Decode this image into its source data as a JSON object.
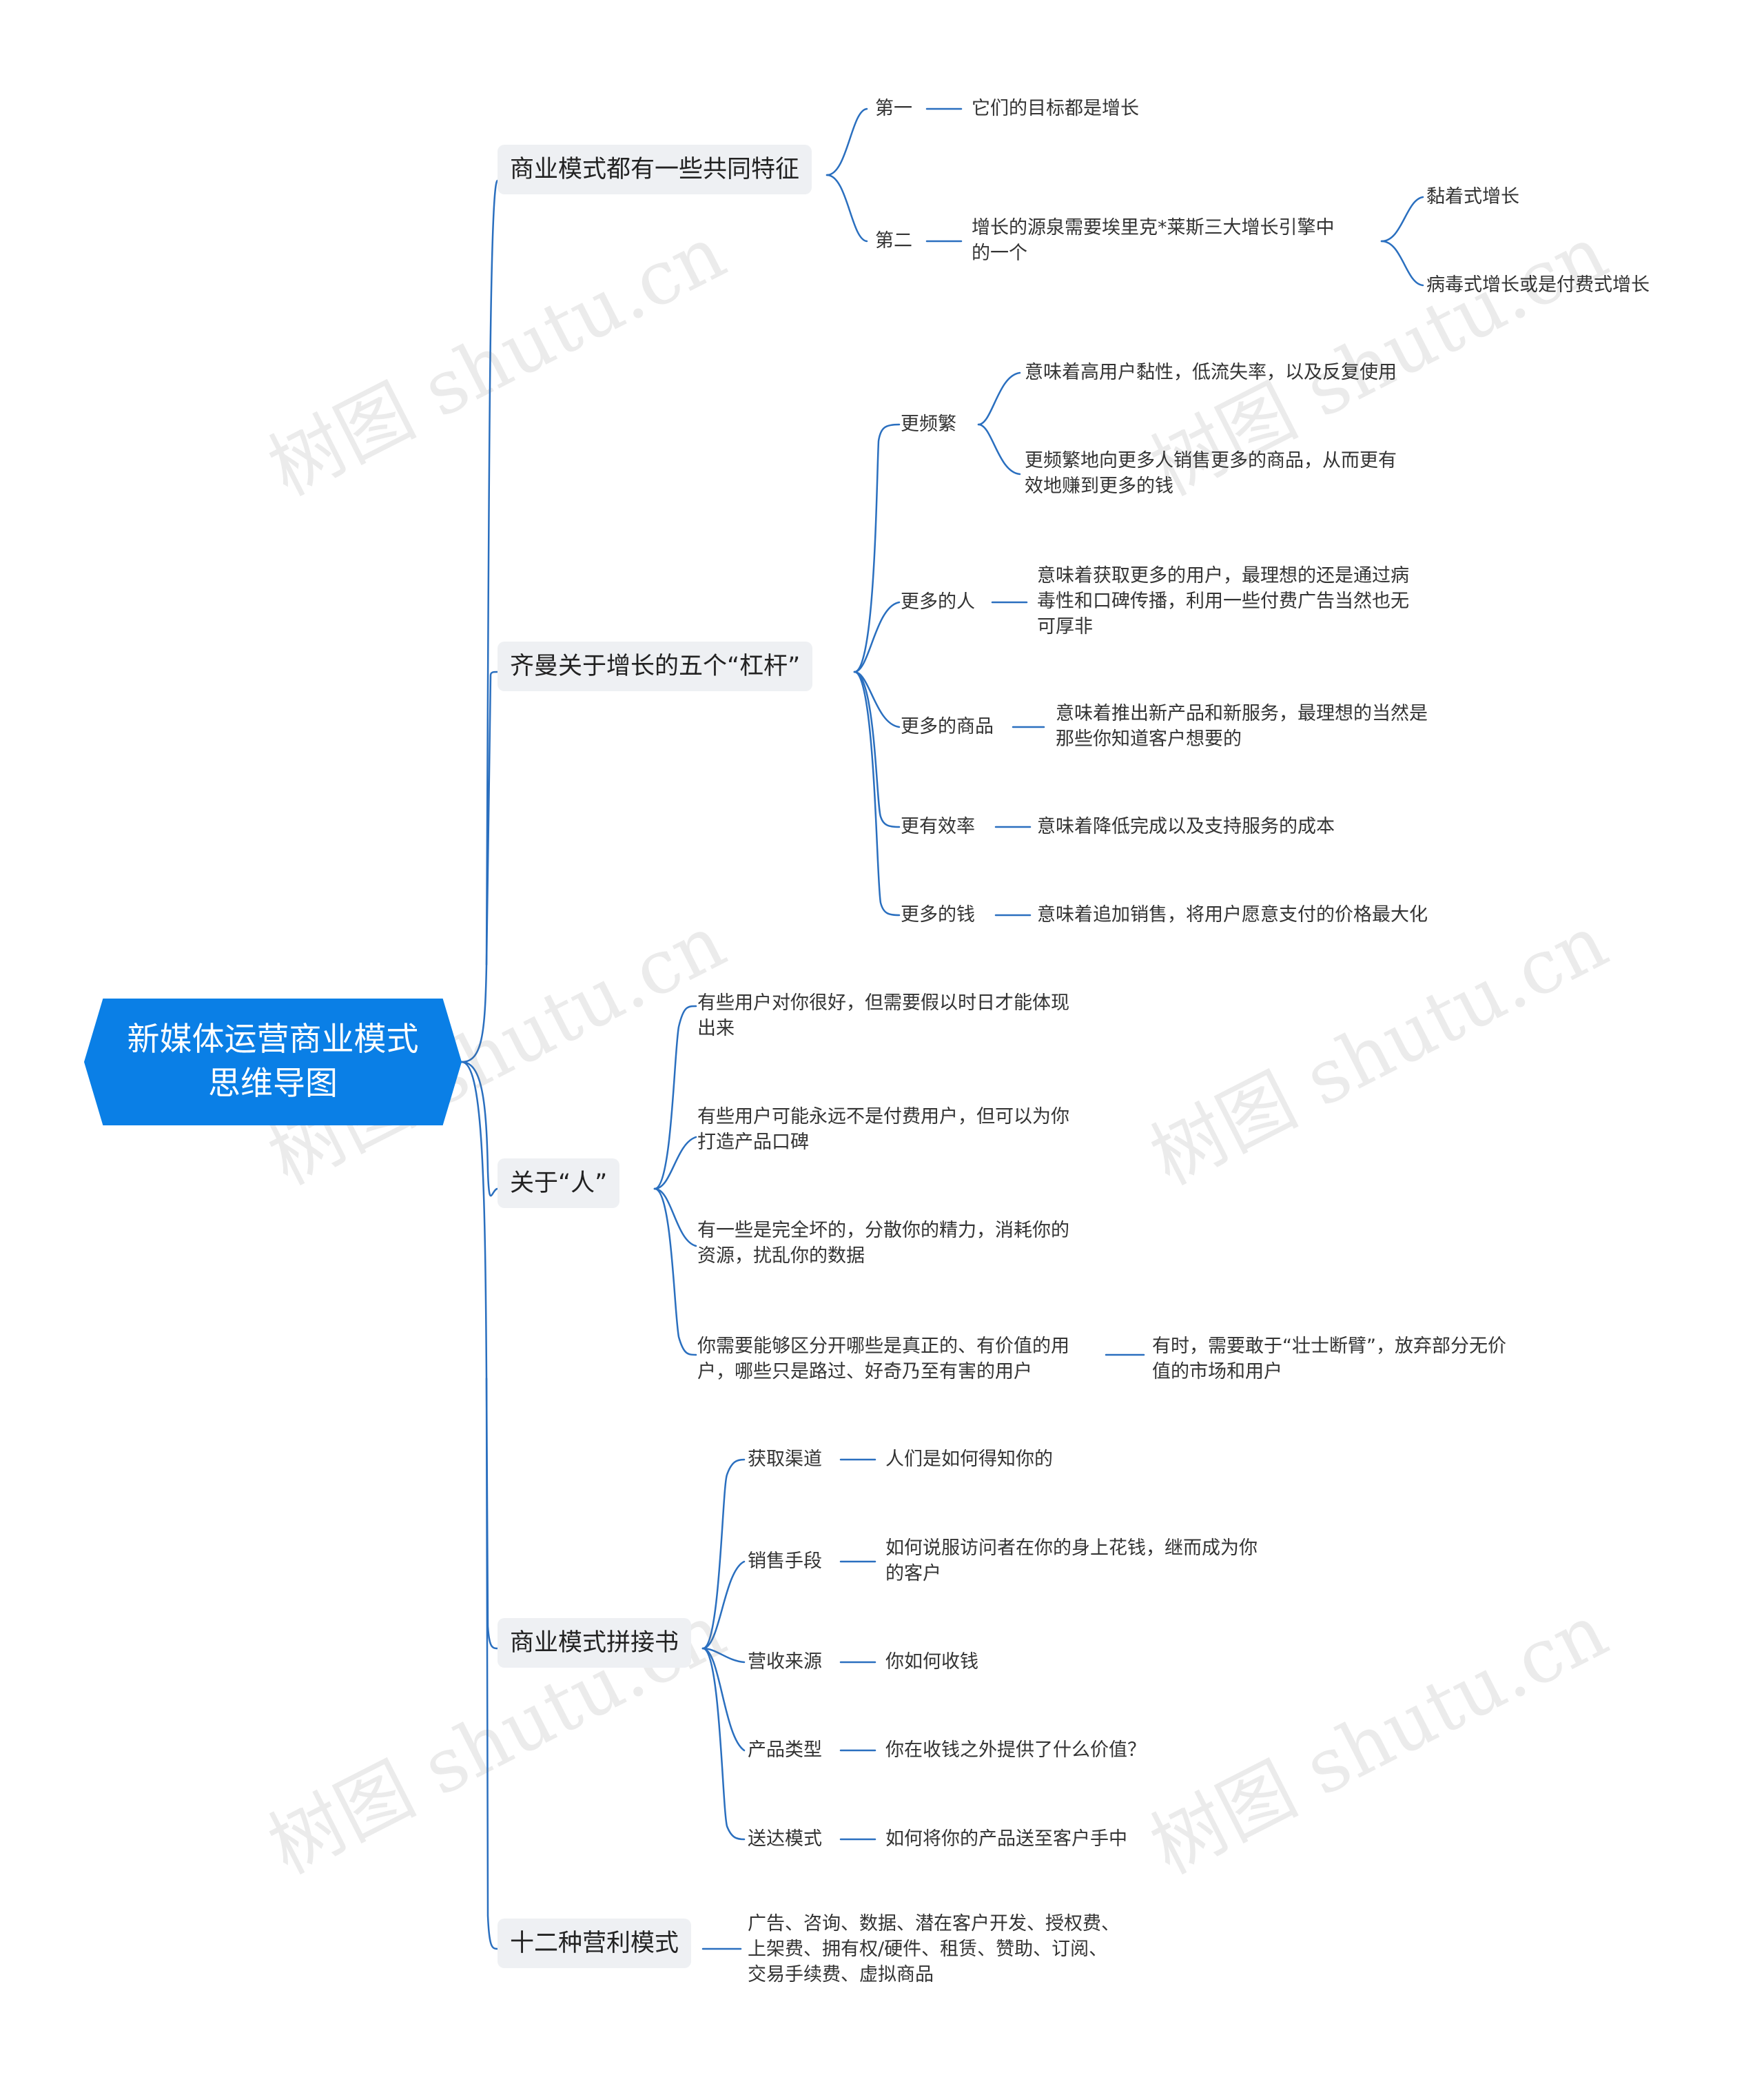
{
  "root": {
    "title": "新媒体运营商业模式\n思维导图"
  },
  "watermark": "树图 shutu.cn",
  "branches": {
    "b1": {
      "label": "商业模式都有一些共同特征",
      "first": {
        "label": "第一",
        "text": "它们的目标都是增长"
      },
      "second": {
        "label": "第二",
        "text": "增长的源泉需要埃里克*莱斯三大增长引擎中\n的一个",
        "children": [
          "黏着式增长",
          "病毒式增长或是付费式增长"
        ]
      }
    },
    "b2": {
      "label": "齐曼关于增长的五个“杠杆”",
      "items": [
        {
          "label": "更频繁",
          "children": [
            "意味着高用户黏性，低流失率，以及反复使用",
            "更频繁地向更多人销售更多的商品，从而更有\n效地赚到更多的钱"
          ]
        },
        {
          "label": "更多的人",
          "children": [
            "意味着获取更多的用户，最理想的还是通过病\n毒性和口碑传播，利用一些付费广告当然也无\n可厚非"
          ]
        },
        {
          "label": "更多的商品",
          "children": [
            "意味着推出新产品和新服务，最理想的当然是\n那些你知道客户想要的"
          ]
        },
        {
          "label": "更有效率",
          "children": [
            "意味着降低完成以及支持服务的成本"
          ]
        },
        {
          "label": "更多的钱",
          "children": [
            "意味着追加销售，将用户愿意支付的价格最大化"
          ]
        }
      ]
    },
    "b3": {
      "label": "关于“人”",
      "items": [
        "有些用户对你很好，但需要假以时日才能体现\n出来",
        "有些用户可能永远不是付费用户，但可以为你\n打造产品口碑",
        "有一些是完全坏的，分散你的精力，消耗你的\n资源，扰乱你的数据",
        "你需要能够区分开哪些是真正的、有价值的用\n户，哪些只是路过、好奇乃至有害的用户"
      ],
      "extra": "有时，需要敢于“壮士断臂”，放弃部分无价\n值的市场和用户"
    },
    "b4": {
      "label": "商业模式拼接书",
      "items": [
        {
          "label": "获取渠道",
          "text": "人们是如何得知你的"
        },
        {
          "label": "销售手段",
          "text": "如何说服访问者在你的身上花钱，继而成为你\n的客户"
        },
        {
          "label": "营收来源",
          "text": "你如何收钱"
        },
        {
          "label": "产品类型",
          "text": "你在收钱之外提供了什么价值？"
        },
        {
          "label": "送达模式",
          "text": "如何将你的产品送至客户手中"
        }
      ]
    },
    "b5": {
      "label": "十二种营利模式",
      "text": "广告、咨询、数据、潜在客户开发、授权费、\n上架费、拥有权/硬件、租赁、赞助、订阅、\n交易手续费、虚拟商品"
    }
  },
  "colors": {
    "root": "#0a7fe6",
    "line": "#2a6fbf",
    "branch_bg": "#eef0f3"
  }
}
